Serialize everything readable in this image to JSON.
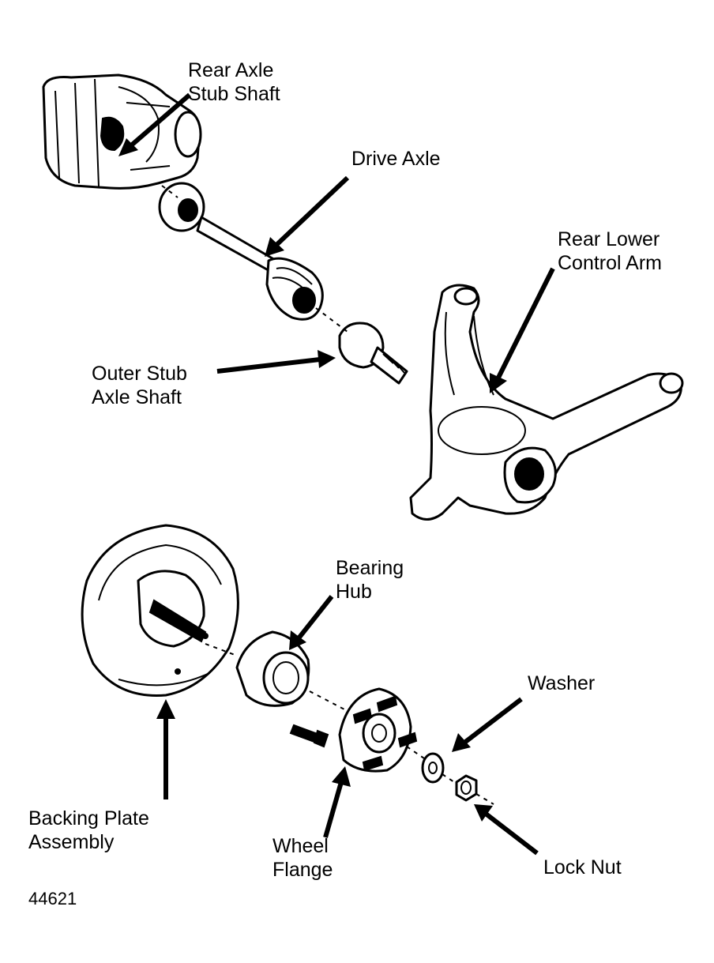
{
  "labels": {
    "rear_axle_stub_shaft": [
      "Rear Axle",
      "Stub Shaft"
    ],
    "drive_axle": "Drive Axle",
    "rear_lower_control_arm": [
      "Rear Lower",
      "Control Arm"
    ],
    "outer_stub_axle_shaft": [
      "Outer Stub",
      "Axle Shaft"
    ],
    "bearing_hub": [
      "Bearing",
      "Hub"
    ],
    "washer": "Washer",
    "backing_plate_assembly": [
      "Backing Plate",
      "Assembly"
    ],
    "wheel_flange": [
      "Wheel",
      "Flange"
    ],
    "lock_nut": "Lock Nut"
  },
  "figure_id": "44621"
}
